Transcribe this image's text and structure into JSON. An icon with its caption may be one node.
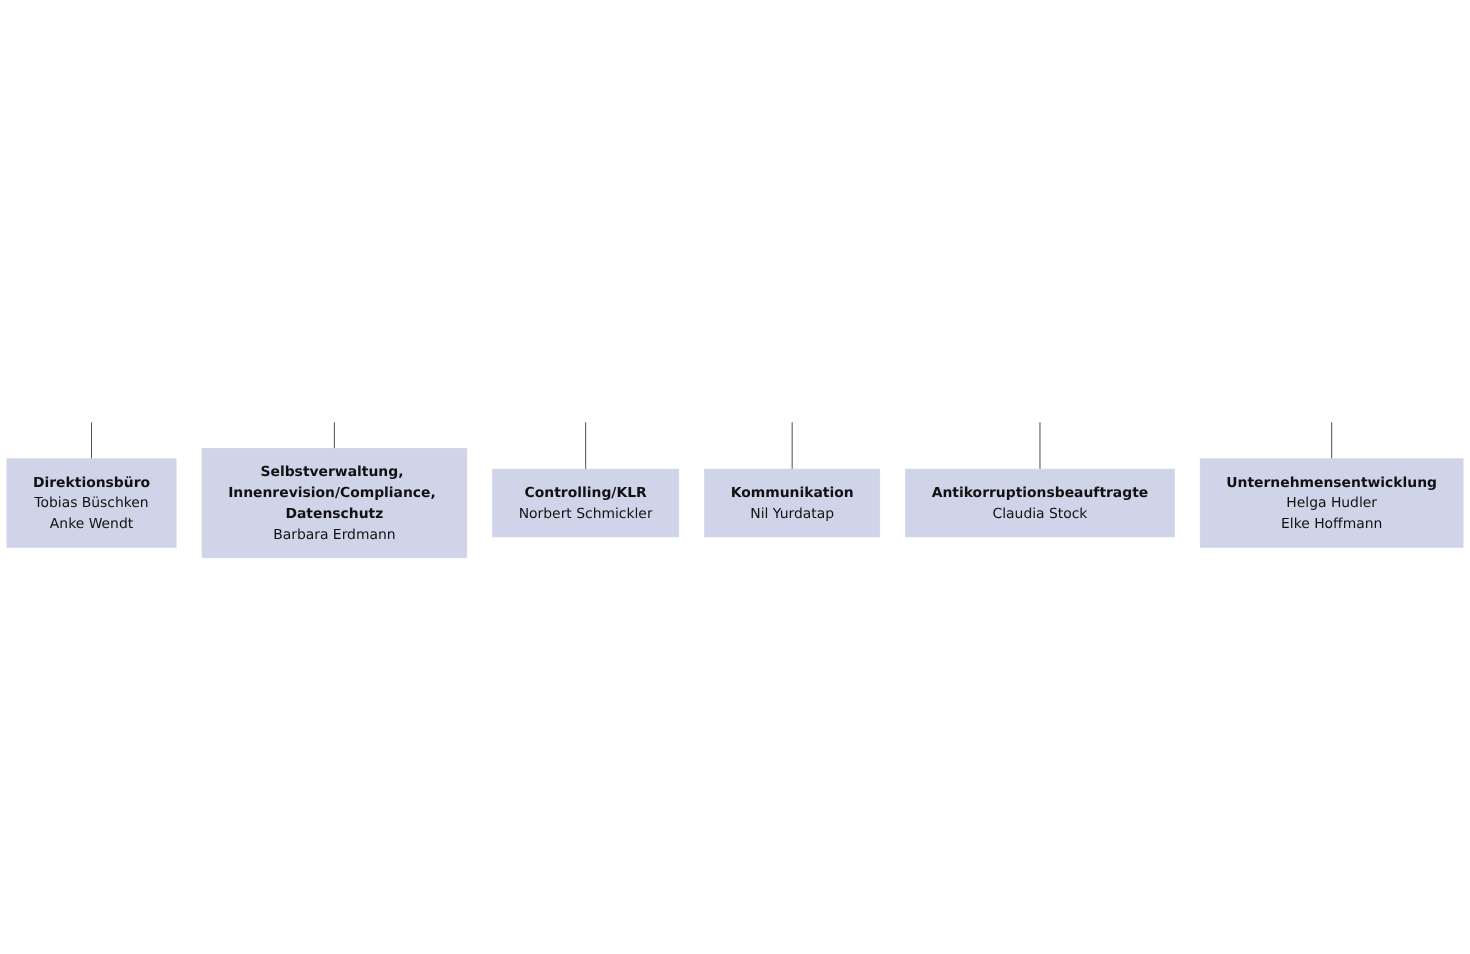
{
  "diagram": {
    "nodes": [
      {
        "text": [
          "Direktionsbüro",
          "Tobias Büschken",
          "Anke Wendt"
        ]
      },
      {
        "text": [
          "Selbstverwaltung, Innenrevision/Compliance, Datenschutz",
          "Barbara Erdmann"
        ]
      },
      {
        "text": [
          "Controlling/KLR",
          "Norbert Schmickler"
        ]
      },
      {
        "text": [
          "Kommunikation",
          "Nil Yurdatap"
        ]
      },
      {
        "text": [
          "Antikorruptionsbeauftragte",
          "Claudia Stock"
        ]
      },
      {
        "text": [
          "Unternehmensentwicklung",
          "Helga Hudler",
          "Elke Hoffmann"
        ]
      }
    ],
    "edges": [
      {
        "from": null,
        "to": 0,
        "arrow": "none"
      },
      {
        "from": null,
        "to": 1,
        "arrow": "none"
      },
      {
        "from": null,
        "to": 2,
        "arrow": "none"
      },
      {
        "from": null,
        "to": 3,
        "arrow": "none"
      },
      {
        "from": null,
        "to": 4,
        "arrow": "none"
      },
      {
        "from": null,
        "to": 5,
        "arrow": "none"
      }
    ]
  }
}
